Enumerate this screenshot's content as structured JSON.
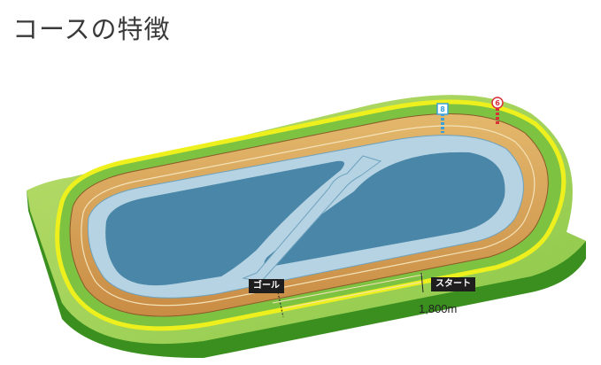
{
  "page": {
    "title": "コースの特徴"
  },
  "course": {
    "goal_label": "ゴール",
    "start_label": "スタート",
    "distance": "1,800m",
    "markers": [
      "8",
      "6"
    ]
  },
  "colors": {
    "outer_grass": "#7ec242",
    "outer_grass_light": "#b8dc6a",
    "outer_grass_side": "#3a8f1f",
    "rail": "#eef01e",
    "dirt": "#c98c45",
    "dirt_light": "#e3b86c",
    "inner_water": "#4a86a7",
    "inner_bank": "#b5d3e3",
    "label_bg": "#1e1e1e"
  }
}
